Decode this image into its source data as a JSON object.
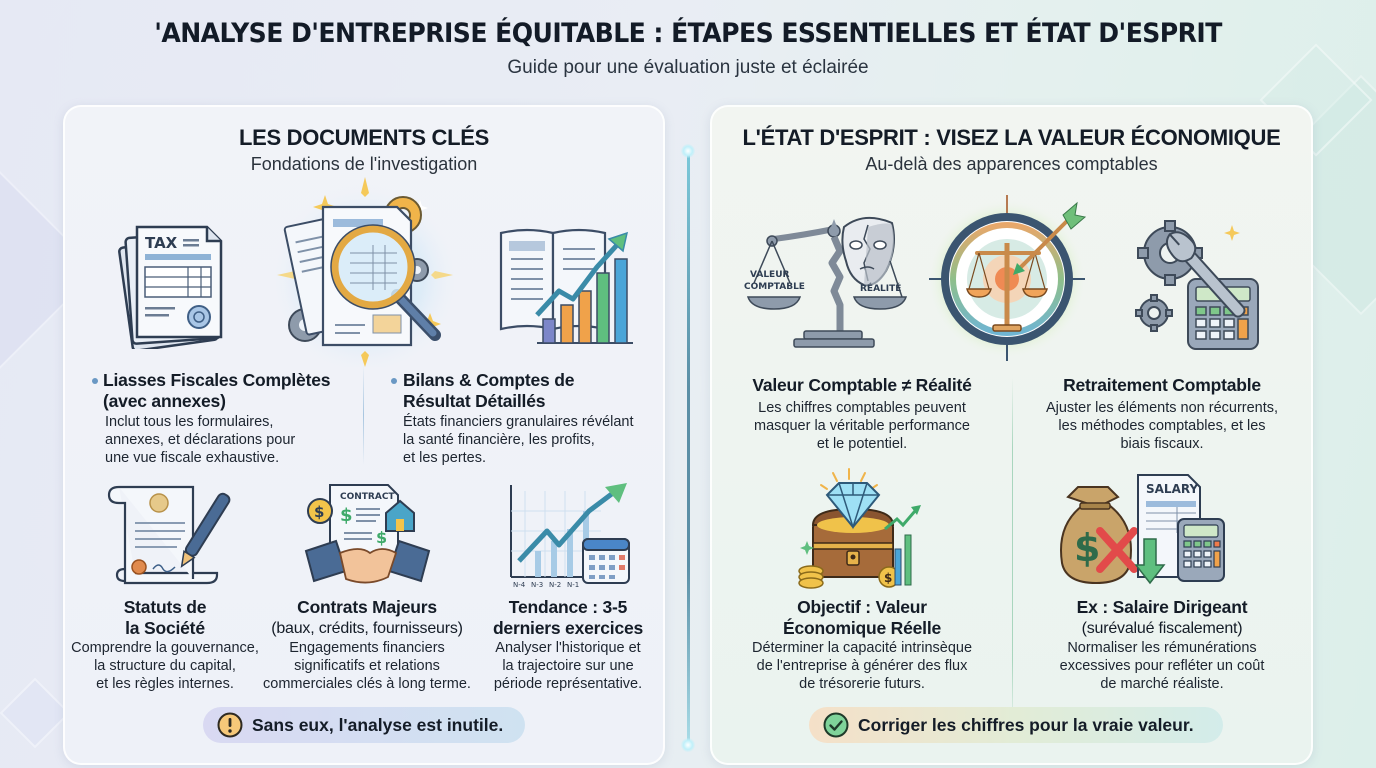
{
  "header": {
    "title": "'ANALYSE D'ENTREPRISE ÉQUITABLE : ÉTAPES ESSENTIELLES ET ÉTAT D'ESPRIT",
    "subtitle": "Guide pour une évaluation juste et éclairée"
  },
  "left_panel": {
    "title": "LES DOCUMENTS CLÉS",
    "subtitle": "Fondations de l'investigation",
    "icons": [
      "tax-documents-icon",
      "magnifying-glass-documents-icon",
      "ledger-growth-chart-icon",
      "scroll-pen-icon",
      "contract-handshake-icon",
      "trend-calendar-icon"
    ],
    "top_items": [
      {
        "title_line1": "Liasses Fiscales Complètes",
        "title_line2": "(avec annexes)",
        "desc_lines": [
          "Inclut tous les formulaires,",
          "annexes, et déclarations pour",
          "une vue fiscale exhaustive."
        ]
      },
      {
        "title_line1": "Bilans & Comptes de",
        "title_line2": "Résultat Détaillés",
        "desc_lines": [
          "États financiers granulaires révélant",
          "la santé financière, les profits,",
          "et les pertes."
        ]
      }
    ],
    "bottom_items": [
      {
        "title_line1": "Statuts de",
        "title_line2": "la Société",
        "desc_lines": [
          "Comprendre la gouvernance,",
          "la structure du capital,",
          "et les règles internes."
        ]
      },
      {
        "title_line1": "Contrats Majeurs",
        "title_line2": "(baux, crédits, fournisseurs)",
        "desc_lines": [
          "Engagements financiers",
          "significatifs et relations",
          "commerciales clés à long terme."
        ]
      },
      {
        "title_line1": "Tendance : 3-5",
        "title_line2": "derniers exercices",
        "desc_lines": [
          "Analyser l'historique et",
          "la trajectoire sur une",
          "période représentative."
        ]
      }
    ],
    "icon_labels": {
      "tax": "TAX",
      "contract": "CONTRACT",
      "years": [
        "N-4",
        "N-3",
        "N-2",
        "N-1"
      ]
    },
    "callout": {
      "icon": "warning-icon",
      "text": "Sans eux, l'analyse est inutile."
    }
  },
  "right_panel": {
    "title": "L'ÉTAT D'ESPRIT : VISEZ LA VALEUR ÉCONOMIQUE",
    "subtitle": "Au-delà des apparences comptables",
    "icons": [
      "scale-mask-icon",
      "target-scale-arrow-icon",
      "gears-wrench-calculator-icon",
      "treasure-diamond-icon",
      "money-bag-salary-icon"
    ],
    "icon_labels": {
      "scale_left": [
        "VALEUR",
        "COMPTABLE"
      ],
      "scale_right": "RÉALITÉ",
      "salary": "SALARY"
    },
    "items": [
      {
        "title_line1": "Valeur Comptable ≠ Réalité",
        "title_line2": "",
        "desc_lines": [
          "Les chiffres comptables peuvent",
          "masquer la véritable performance",
          "et le potentiel."
        ]
      },
      {
        "title_line1": "Retraitement Comptable",
        "title_line2": "",
        "desc_lines": [
          "Ajuster les éléments non récurrents,",
          "les méthodes comptables, et les",
          "biais fiscaux."
        ]
      },
      {
        "title_line1": "Objectif : Valeur",
        "title_line2": "Économique Réelle",
        "desc_lines": [
          "Déterminer la capacité intrinsèque",
          "de l'entreprise à générer des flux",
          "de trésorerie futurs."
        ]
      },
      {
        "title_line1": "Ex : Salaire Dirigeant",
        "title_line2": "(surévalué fiscalement)",
        "desc_lines": [
          "Normaliser les rémunérations",
          "excessives pour refléter un coût",
          "de marché réaliste."
        ]
      }
    ],
    "callout": {
      "icon": "check-circle-icon",
      "text": "Corriger les chiffres pour la vraie valeur."
    }
  },
  "colors": {
    "title_text": "#141c27",
    "divider": "#5b8fa6",
    "bullet": "#6a98c4",
    "left_callout": "#d9d9f2",
    "right_callout": "#e2ecd6",
    "warning": "#f6c879",
    "check": "#5fbf7f"
  }
}
